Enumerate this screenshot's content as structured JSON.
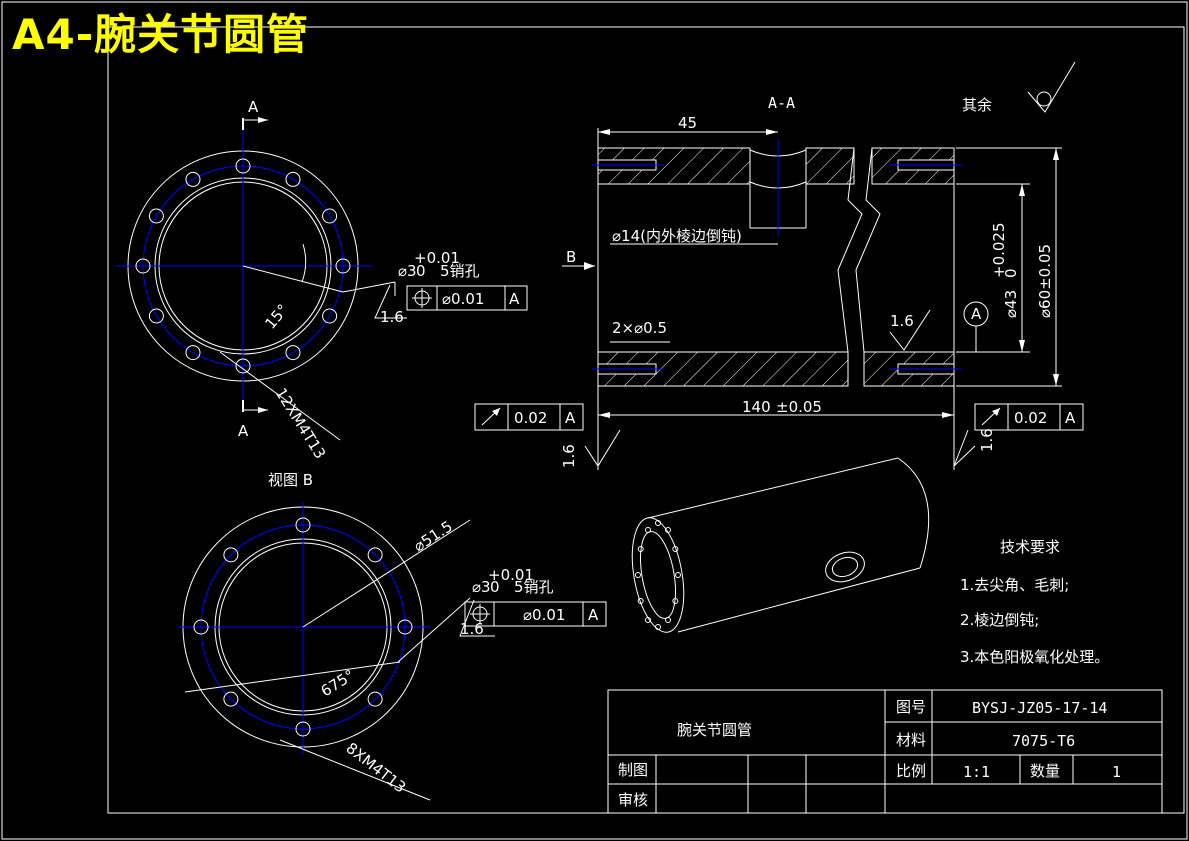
{
  "sheet_title": "A4-腕关节圆管",
  "colors": {
    "background": "#000000",
    "lines": "#ffffff",
    "centerlines": "#0000ff",
    "title": "#ffff00"
  },
  "views": {
    "front": {
      "section_label_top": "A",
      "section_label_bottom": "A",
      "angle": "15°",
      "hole_note": "12XM4T13",
      "pin_hole_dia": "⌀3",
      "pin_hole_tol_upper": "+0.01",
      "pin_hole_tol_lower": "0",
      "pin_hole_depth": "5销孔",
      "position_tol": "⌀0.01",
      "datum": "A",
      "roughness": "1.6"
    },
    "view_b": {
      "label": "视图 B",
      "dia": "⌀51.5",
      "angle": "675°",
      "hole_note": "8XM4T13",
      "pin_hole_dia": "⌀3",
      "pin_hole_tol_upper": "+0.01",
      "pin_hole_tol_lower": "0",
      "pin_hole_depth": "5销孔",
      "position_tol": "⌀0.01",
      "datum": "A",
      "roughness": "1.6"
    },
    "section": {
      "label": "A-A",
      "dim_45": "45",
      "hole_note": "⌀14(内外棱边倒钝)",
      "chamfer": "2×⌀0.5",
      "view_arrow": "B",
      "roughness": "1.6",
      "datum": "A",
      "inner_dia": "⌀43",
      "inner_tol_upper": "+0.025",
      "inner_tol_lower": "0",
      "outer_dia": "⌀60±0.05",
      "length": "140",
      "length_tol": "±0.05",
      "runout_left": "0.02",
      "runout_right": "0.02",
      "runout_datum": "A",
      "roughness_left": "1.6",
      "roughness_right": "1.6"
    },
    "general_roughness": "其余"
  },
  "tech_requirements": {
    "heading": "技术要求",
    "items": [
      "1.去尖角、毛刺;",
      "2.棱边倒钝;",
      "3.本色阳极氧化处理。"
    ]
  },
  "title_block": {
    "part_name": "腕关节圆管",
    "drawing_no_label": "图号",
    "drawing_no": "BYSJ-JZ05-17-14",
    "material_label": "材料",
    "material": "7075-T6",
    "scale_label": "比例",
    "scale": "1:1",
    "qty_label": "数量",
    "qty": "1",
    "drawn_label": "制图",
    "checked_label": "审核"
  }
}
